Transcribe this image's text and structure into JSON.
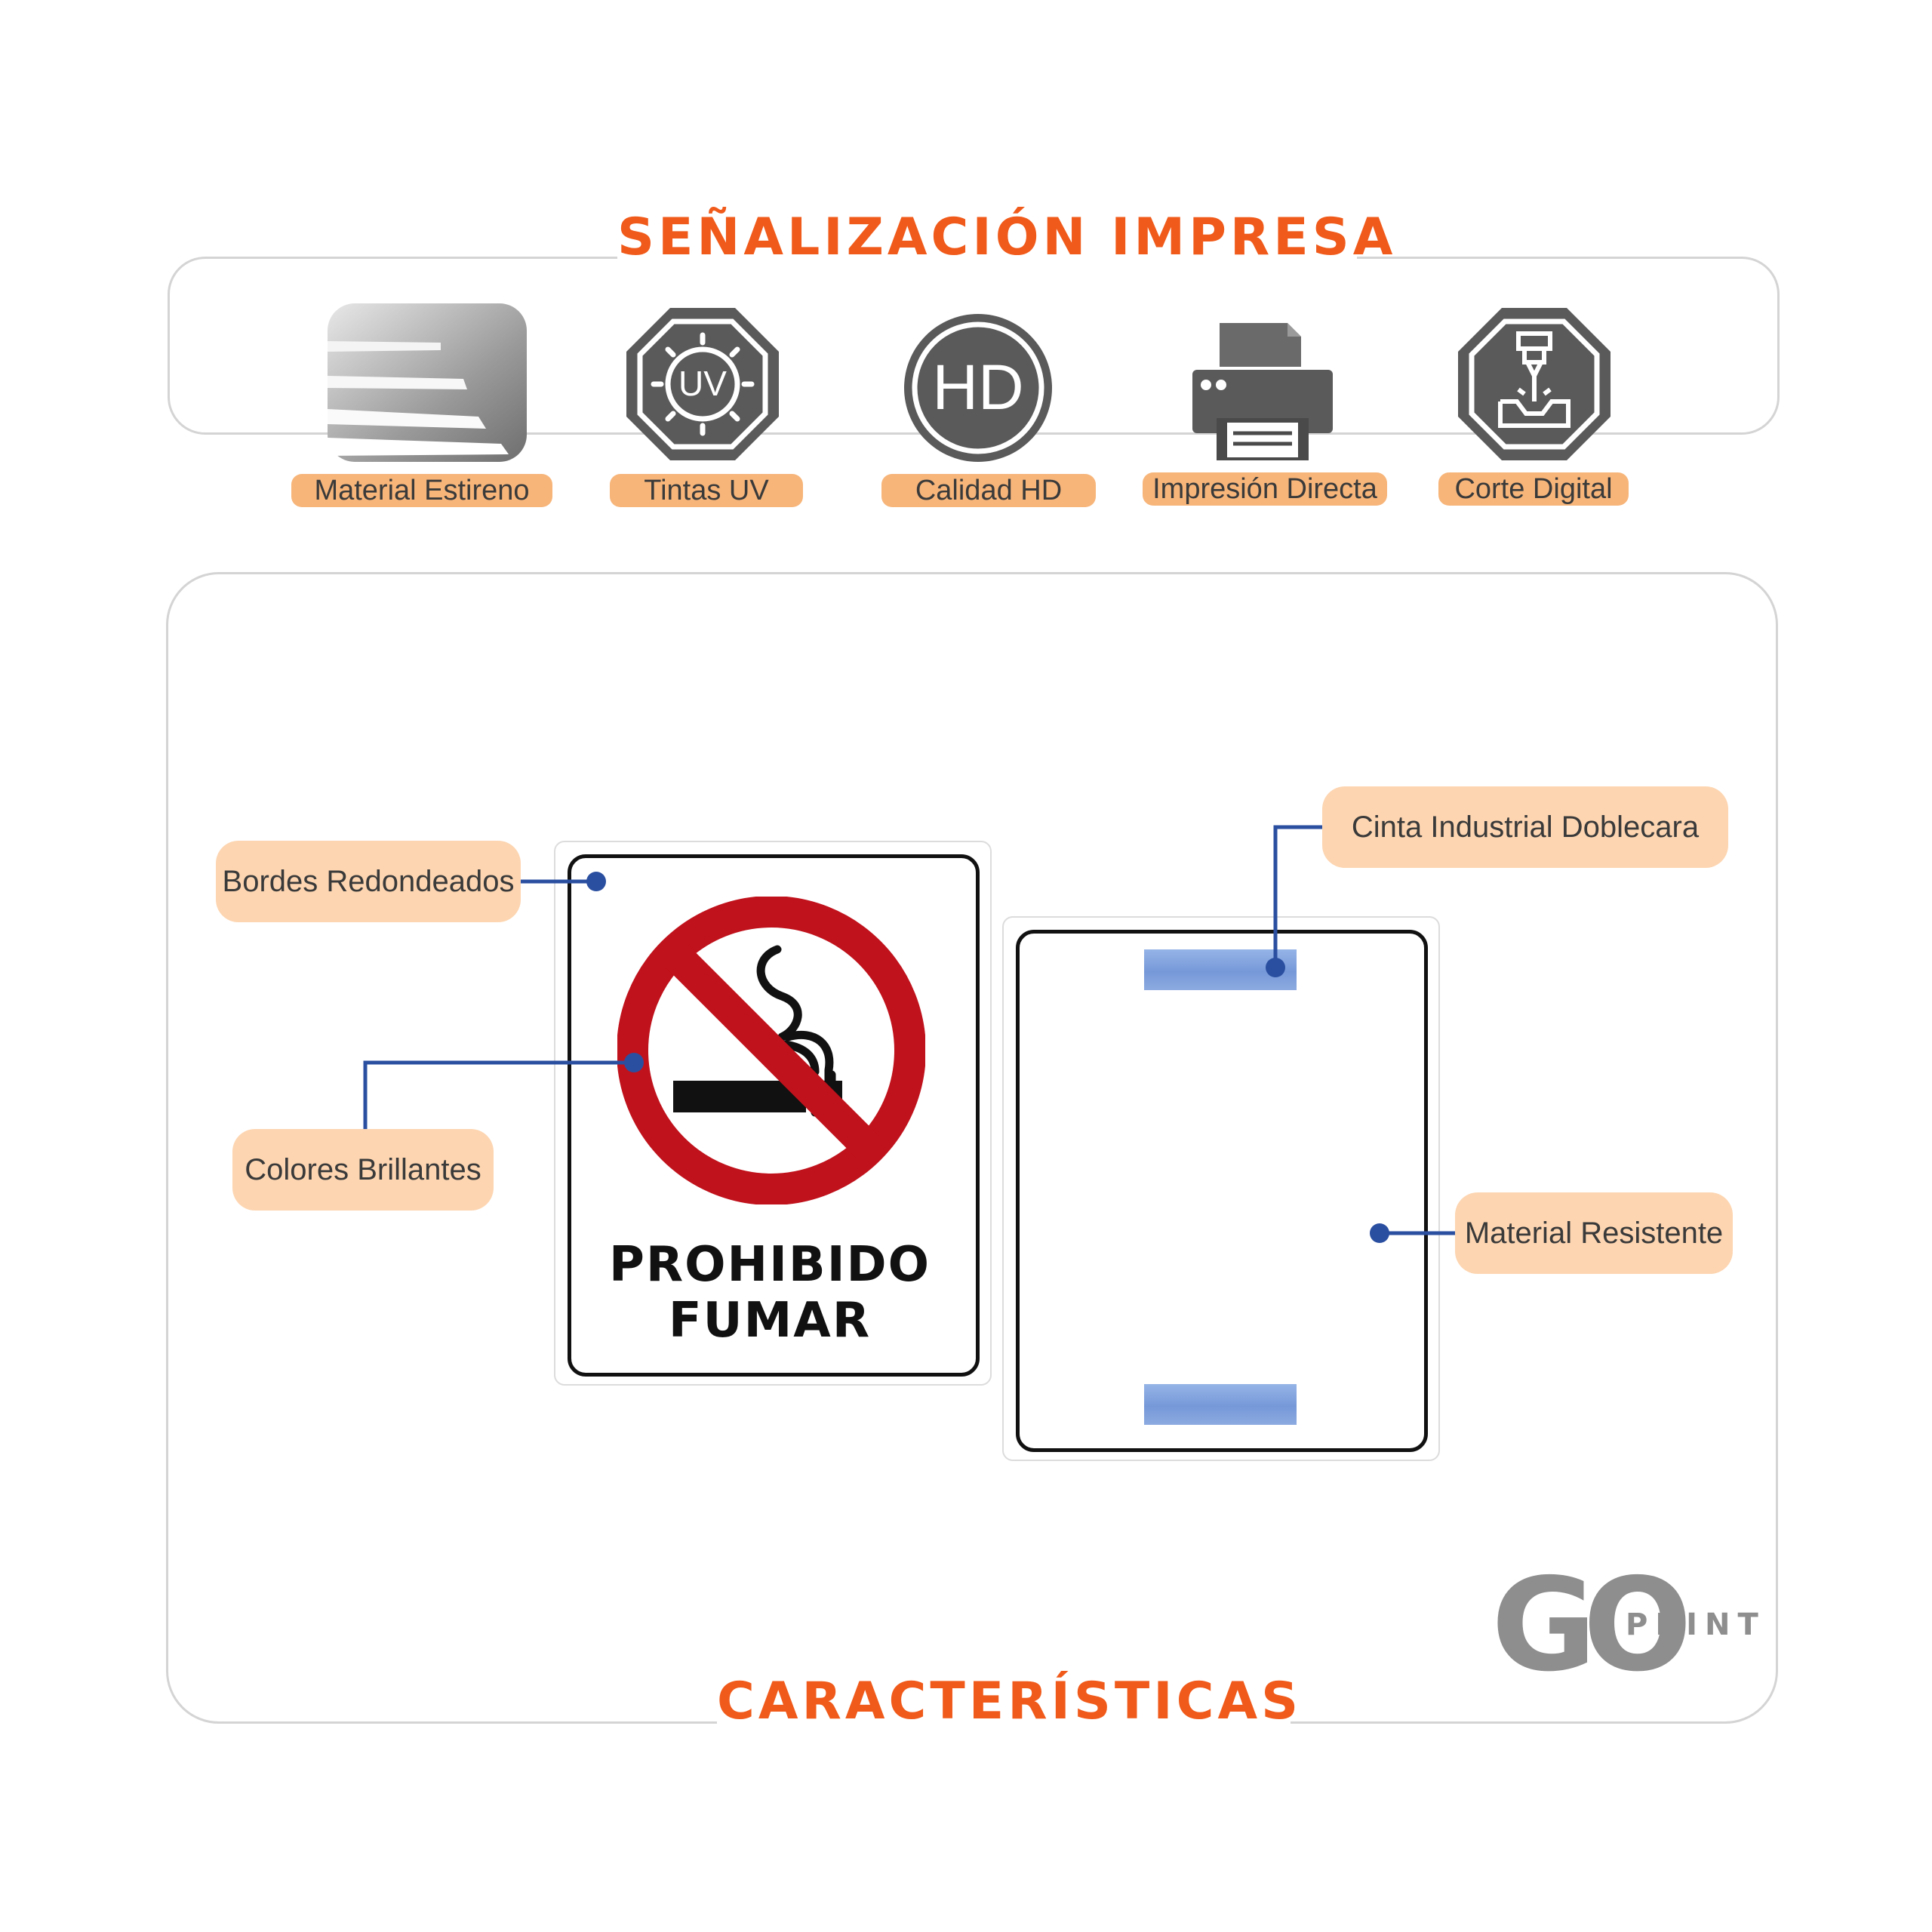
{
  "header": {
    "title": "SEÑALIZACIÓN IMPRESA"
  },
  "features": [
    {
      "label": "Material Estireno",
      "icon": "acrylic-sheets-icon"
    },
    {
      "label": "Tintas UV",
      "icon": "uv-ink-icon"
    },
    {
      "label": "Calidad HD",
      "icon": "hd-quality-icon"
    },
    {
      "label": "Impresión Directa",
      "icon": "printer-icon"
    },
    {
      "label": "Corte Digital",
      "icon": "laser-cut-icon"
    }
  ],
  "feature_icon_text": {
    "uv": "UV",
    "hd": "HD"
  },
  "sign": {
    "line1": "PROHIBIDO",
    "line2": "FUMAR"
  },
  "callouts": {
    "bordes": "Bordes Redondeados",
    "colores": "Colores Brillantes",
    "cinta": "Cinta Industrial Doblecara",
    "material": "Material Resistente"
  },
  "footer": {
    "title": "CARACTERÍSTICAS"
  },
  "logo": {
    "go": "GO",
    "print": "PRINT"
  },
  "colors": {
    "accent_orange": "#f05a1a",
    "label_orange": "#f7b57a",
    "callout_peach": "#fdd5b1",
    "connector_blue": "#2b4fa0",
    "prohibition_red": "#c0121c",
    "icon_gray": "#5a5a5a"
  }
}
